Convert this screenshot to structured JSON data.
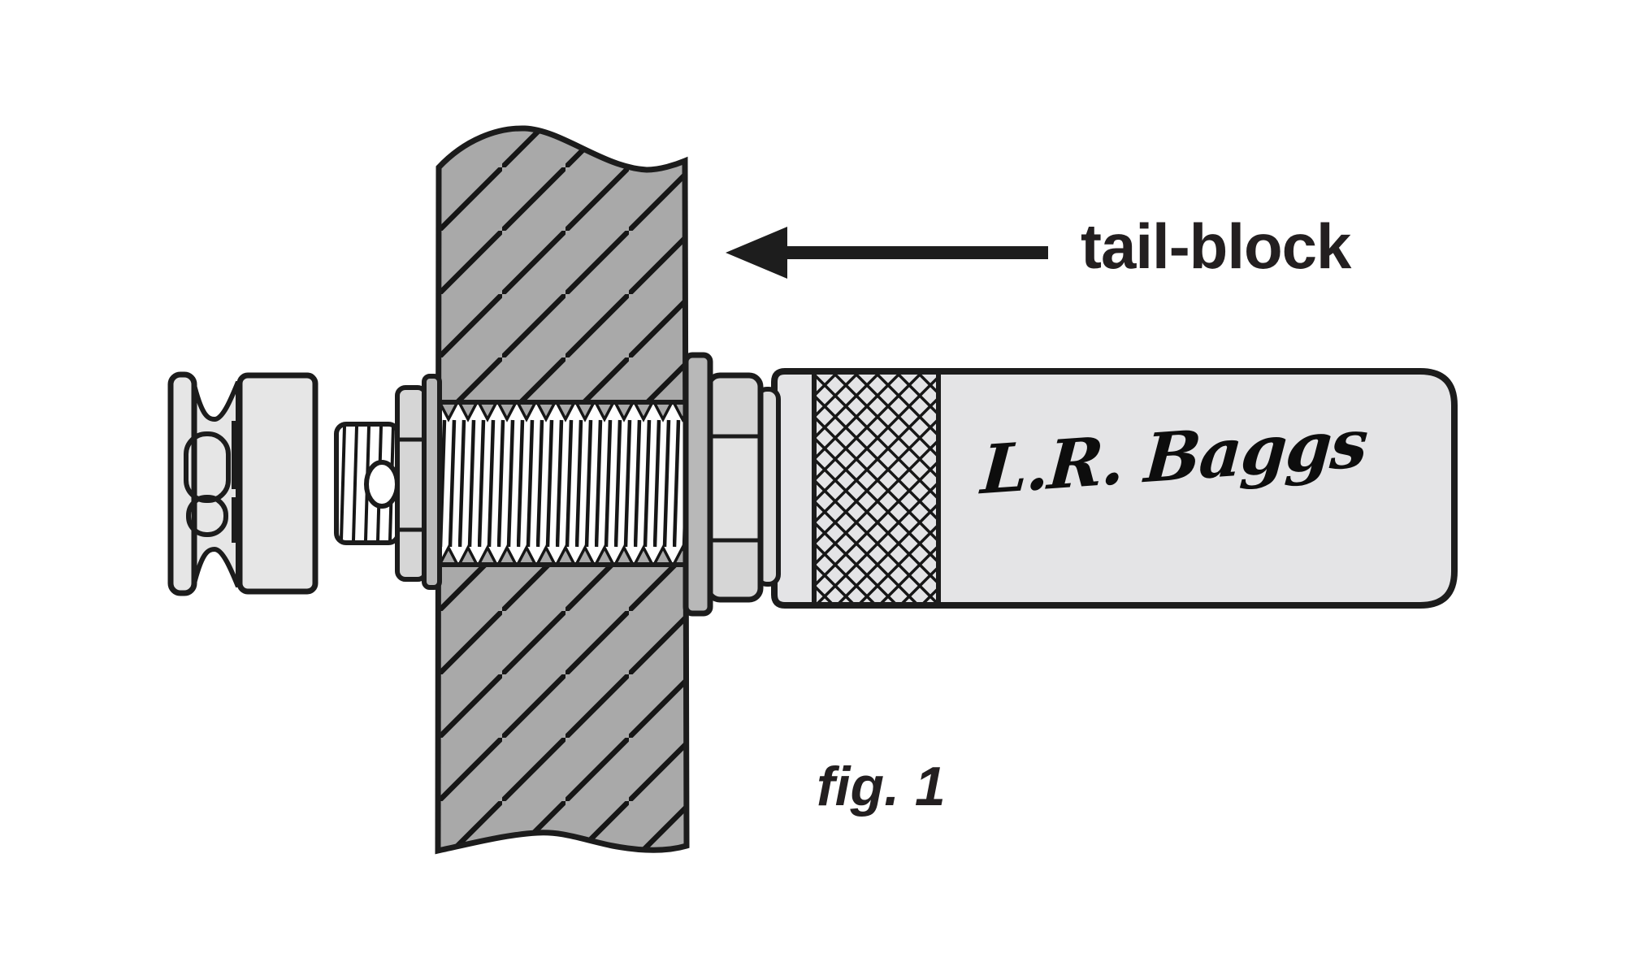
{
  "figure": {
    "caption": "fig. 1",
    "callout_label": "tail-block",
    "brand_signature": "L.R. Baggs",
    "colors": {
      "background": "#ffffff",
      "outline": "#1c1c1c",
      "tail_block_fill": "#a9a9a9",
      "jack_body_fill": "#e4e4e6",
      "endpin_fill": "#e6e6e6",
      "nut_fill": "#d6d6d6",
      "nut_facet_fill": "#e2e2e2",
      "washer_fill": "#b8b8b8",
      "ring_fill": "#dcdcdc",
      "thread_shade_fill": "#a9a9a9",
      "text_color": "#231f20"
    }
  }
}
